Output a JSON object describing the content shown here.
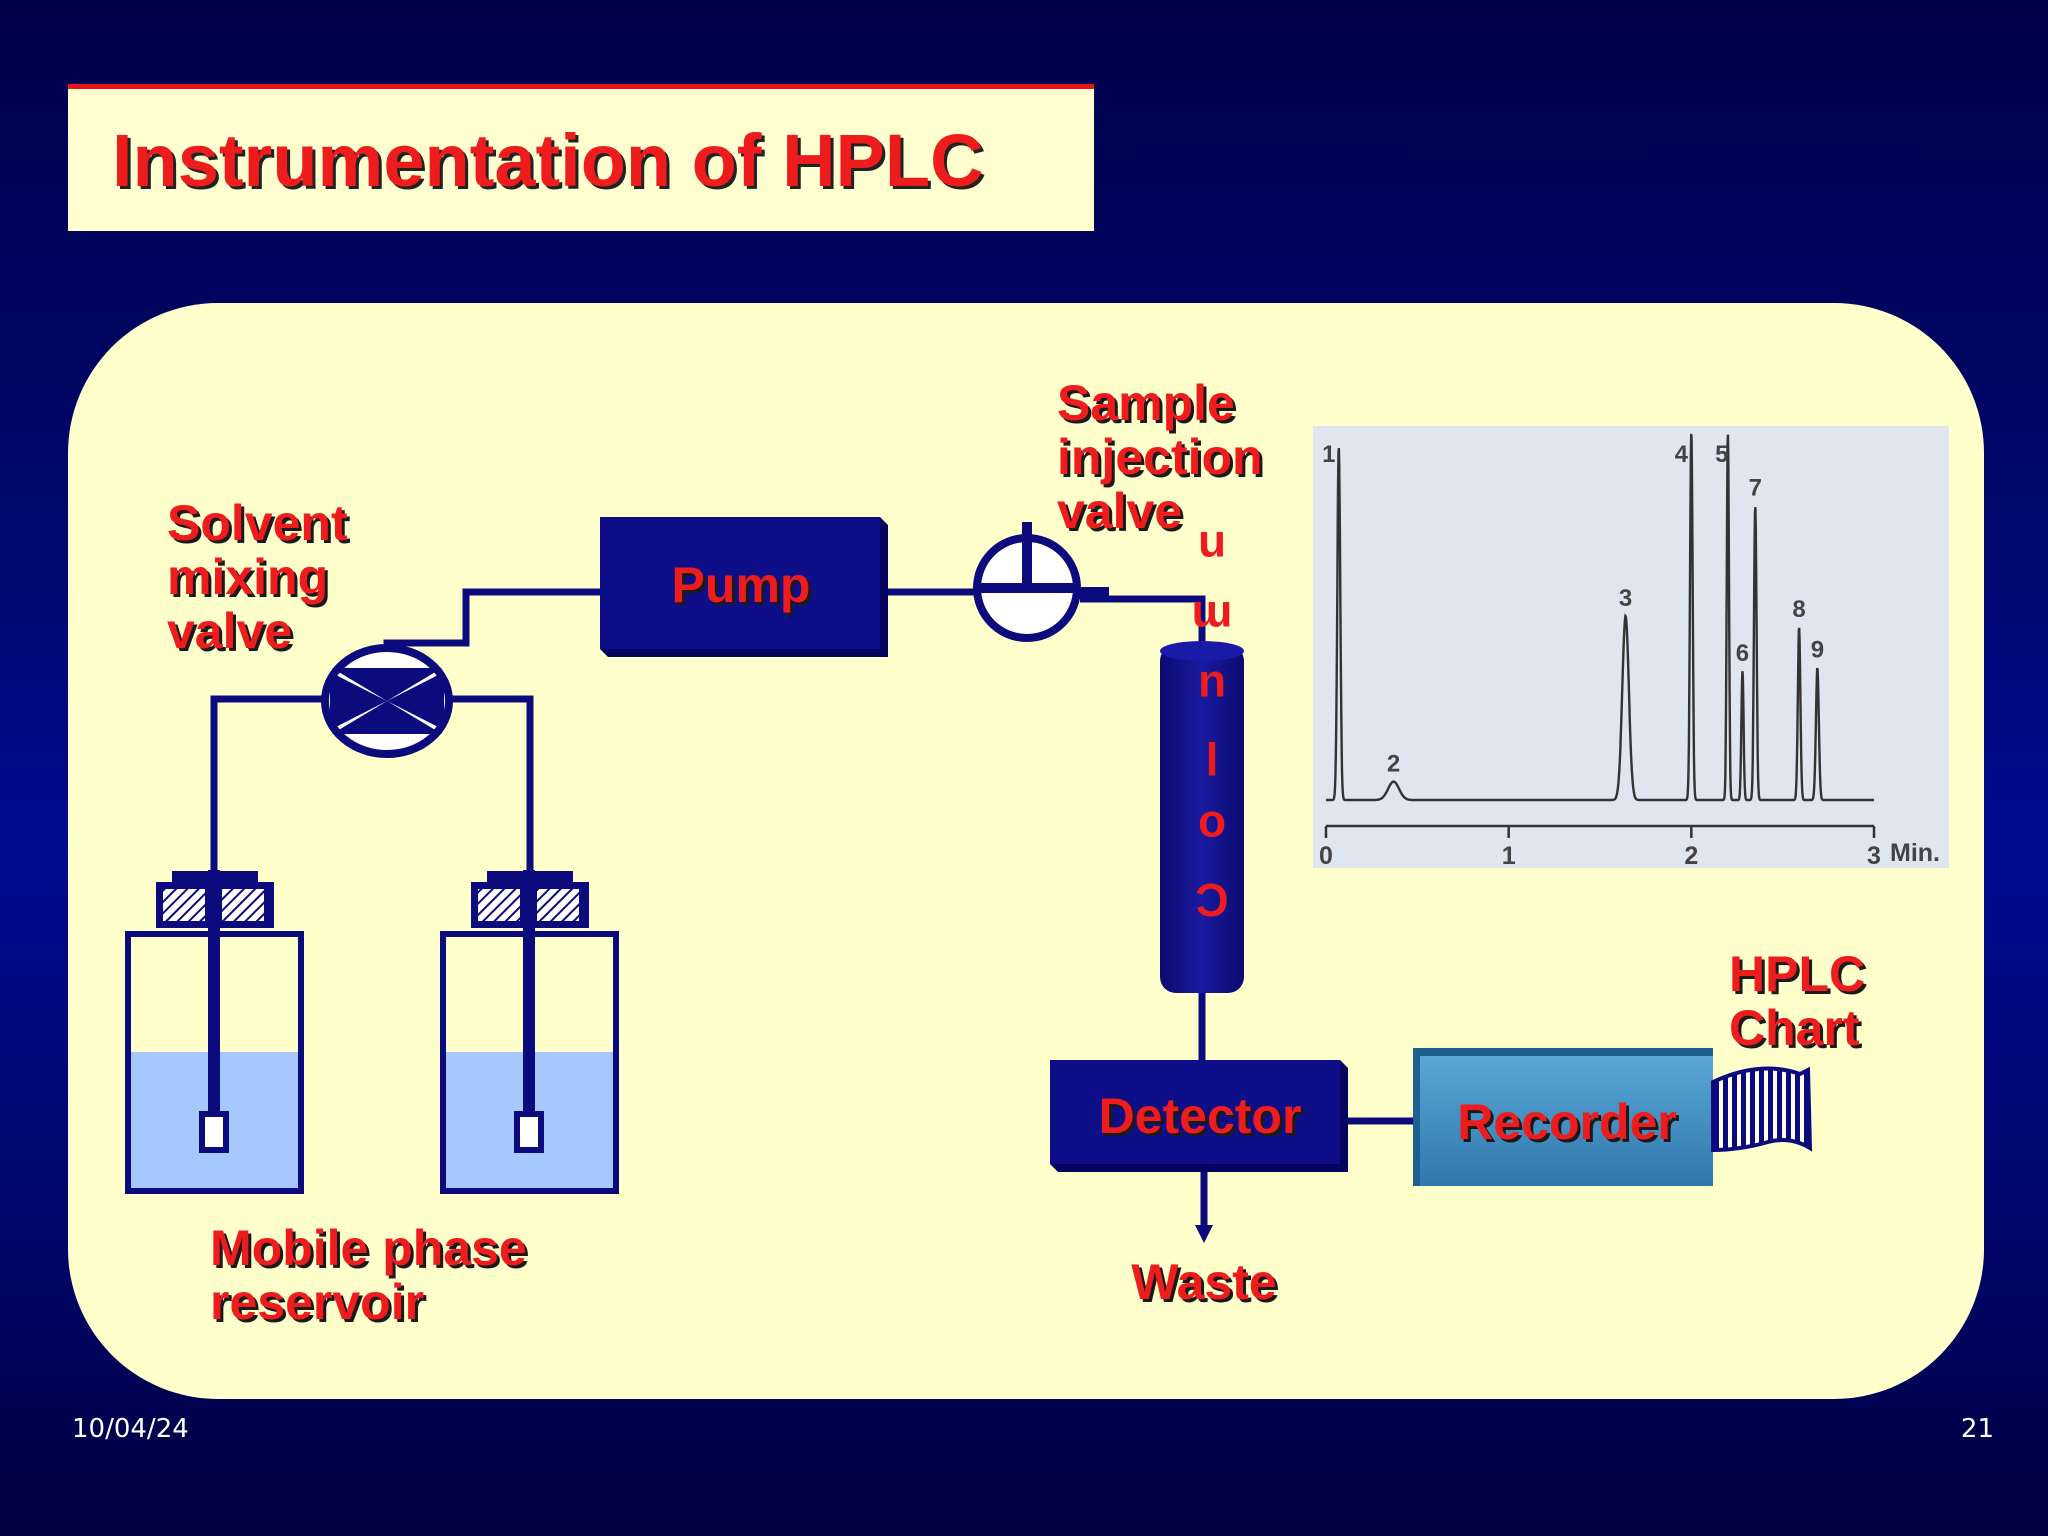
{
  "slide": {
    "title": "Instrumentation of HPLC",
    "date": "10/04/24",
    "page_number": "21"
  },
  "diagram": {
    "labels": {
      "solvent_mixing_valve": [
        "Solvent",
        "mixing",
        "valve"
      ],
      "pump": "Pump",
      "sample_injection_valve": [
        "Sample",
        "injection",
        "valve"
      ],
      "column": "Column",
      "detector": "Detector",
      "recorder": "Recorder",
      "hplc_chart": [
        "HPLC",
        "Chart"
      ],
      "waste": "Waste",
      "mobile_phase_reservoir": [
        "Mobile phase",
        "reservoir"
      ]
    },
    "colors": {
      "component_fill": "#0b0b7e",
      "label_red": "#ee1c1c",
      "liquid": "#a6c8ff",
      "recorder_fill": "#3d8fc4",
      "chromatogram_bg": "#dfe6ef"
    }
  },
  "chart_data": {
    "type": "line",
    "x_ticks": [
      "0",
      "1",
      "2",
      "3"
    ],
    "x_unit_label": "Min.",
    "xlim": [
      0,
      3
    ],
    "peaks": [
      {
        "label": "1",
        "time": 0.07,
        "height": 0.96
      },
      {
        "label": "2",
        "time": 0.37,
        "height": 0.05
      },
      {
        "label": "3",
        "time": 1.64,
        "height": 0.5
      },
      {
        "label": "4",
        "time": 2.0,
        "height": 1.0
      },
      {
        "label": "5",
        "time": 2.2,
        "height": 1.0
      },
      {
        "label": "6",
        "time": 2.28,
        "height": 0.35
      },
      {
        "label": "7",
        "time": 2.35,
        "height": 0.8
      },
      {
        "label": "8",
        "time": 2.59,
        "height": 0.47
      },
      {
        "label": "9",
        "time": 2.69,
        "height": 0.36
      }
    ]
  }
}
